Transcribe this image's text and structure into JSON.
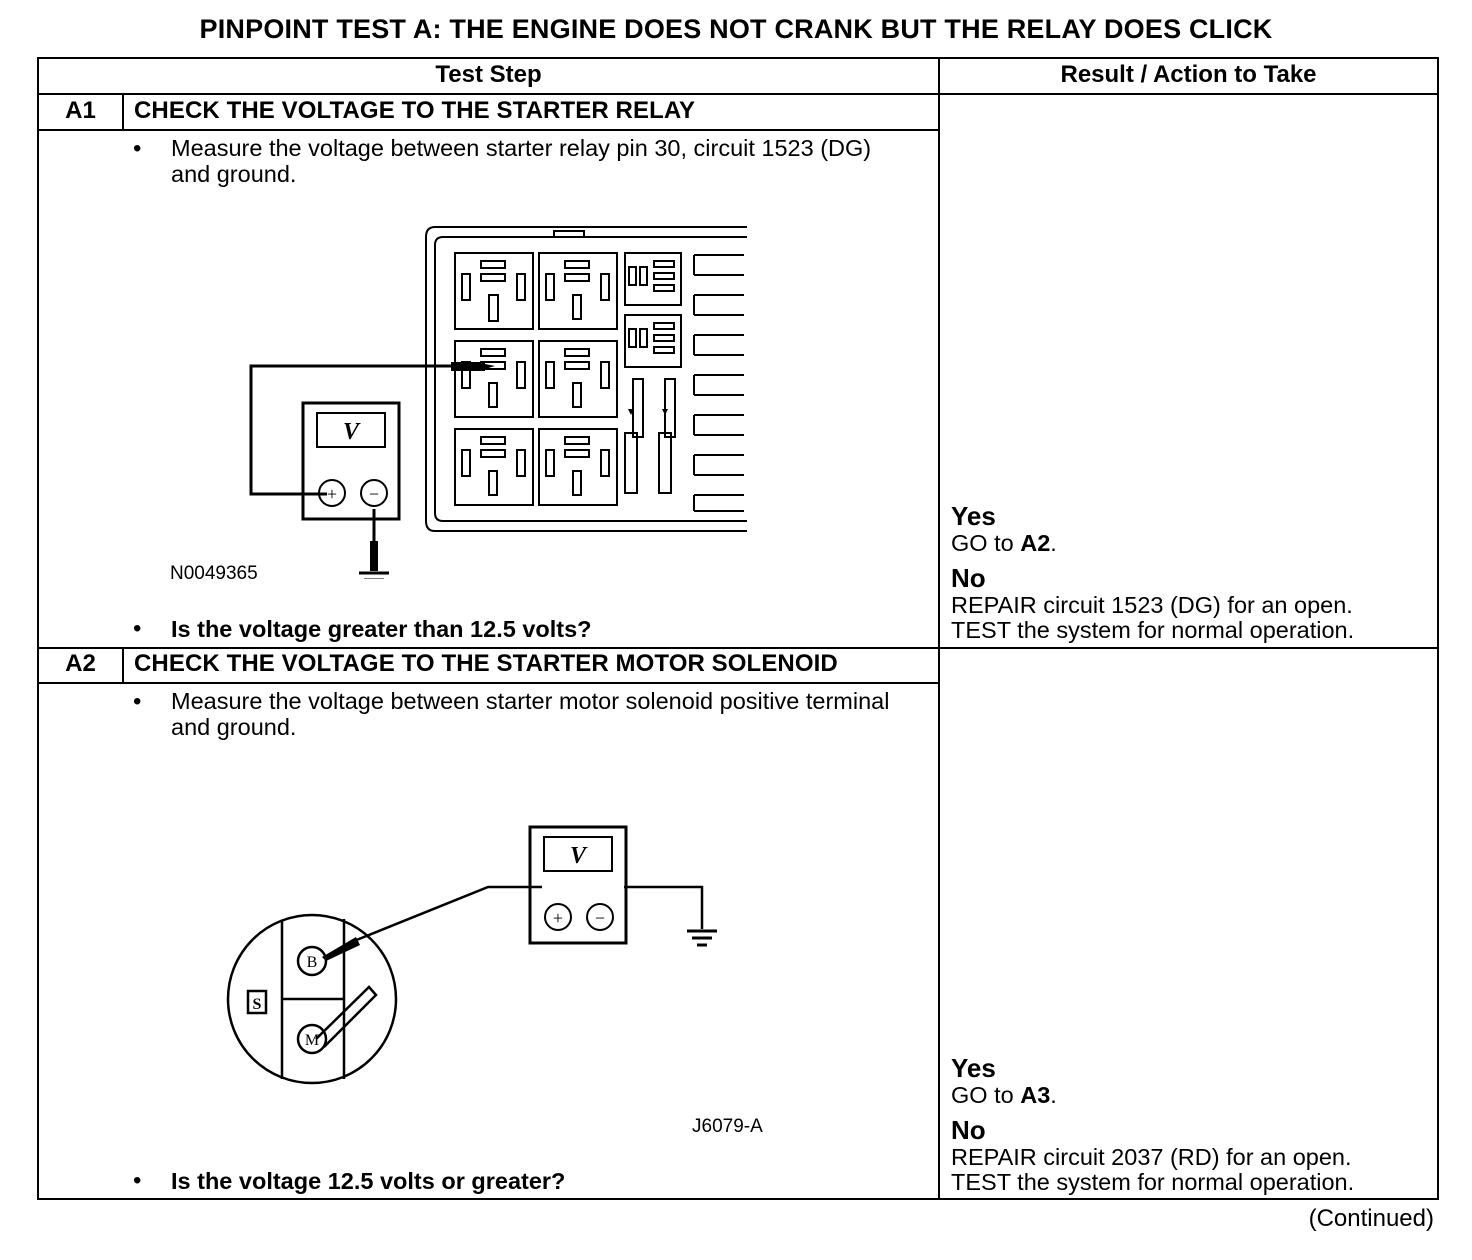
{
  "title": "PINPOINT TEST  A: THE ENGINE DOES NOT CRANK BUT THE RELAY DOES CLICK",
  "table": {
    "col_test_step": "Test Step",
    "col_result": "Result / Action to Take"
  },
  "steps": [
    {
      "id": "A1",
      "title": "CHECK THE VOLTAGE TO THE STARTER RELAY",
      "instruction": "Measure the voltage between starter relay pin 30, circuit 1523 (DG) and ground.",
      "figure_code": "N0049365",
      "meter_symbol": "V",
      "plus_symbol": "+",
      "minus_symbol": "−",
      "question": "Is the voltage greater than 12.5 volts?",
      "yes_label": "Yes",
      "yes_goto": "GO to",
      "yes_target": "A2",
      "yes_period": ".",
      "no_label": "No",
      "no_line1": "REPAIR circuit 1523 (DG) for an open.",
      "no_line2": "TEST the system for normal operation."
    },
    {
      "id": "A2",
      "title": "CHECK THE VOLTAGE TO THE STARTER MOTOR SOLENOID",
      "instruction": "Measure the voltage between starter motor solenoid positive terminal and ground.",
      "figure_code": "J6079-A",
      "meter_symbol": "V",
      "plus_symbol": "+",
      "minus_symbol": "−",
      "terminal_b": "B",
      "terminal_m": "M",
      "terminal_s": "S",
      "question": "Is the voltage 12.5 volts or greater?",
      "yes_label": "Yes",
      "yes_goto": "GO to",
      "yes_target": "A3",
      "yes_period": ".",
      "no_label": "No",
      "no_line1": "REPAIR circuit 2037 (RD) for an open.",
      "no_line2": "TEST the system for normal operation."
    }
  ],
  "continued": "(Continued)"
}
